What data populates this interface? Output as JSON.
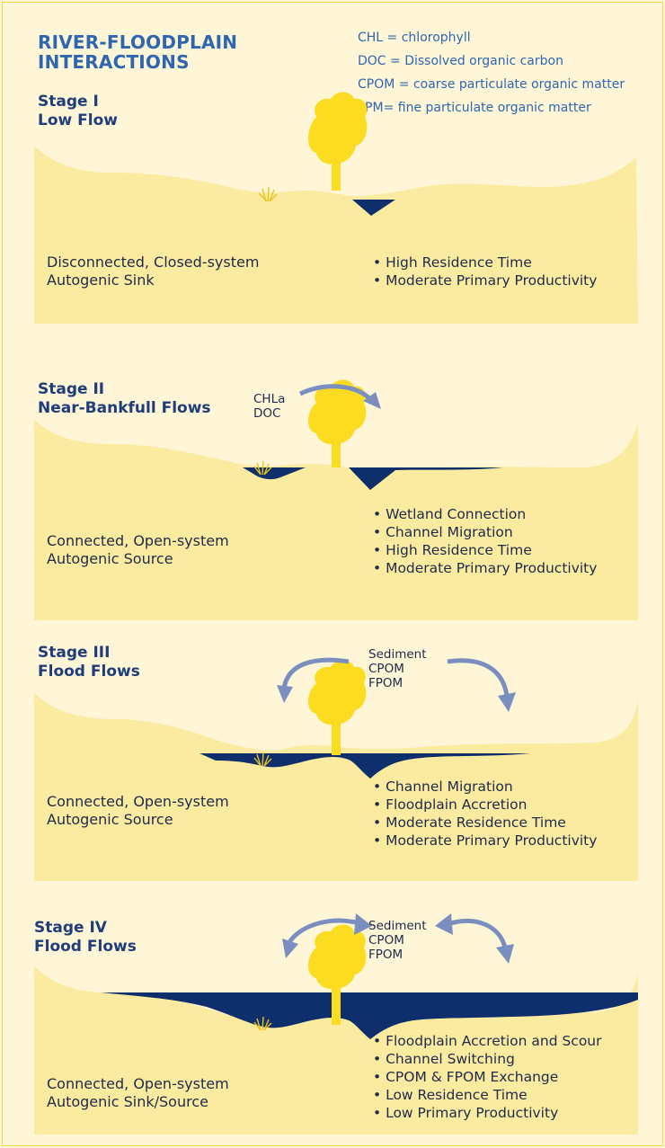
{
  "title": [
    "RIVER-FLOODPLAIN",
    "INTERACTIONS"
  ],
  "legend": [
    "CHL = chlorophyll",
    "DOC = Dissolved organic carbon",
    "CPOM = coarse particulate organic matter",
    "FPM= fine particulate organic matter"
  ],
  "stages": [
    {
      "title": [
        "Stage I",
        "Low Flow"
      ],
      "system": [
        "Disconnected, Closed-system",
        "Autogenic Sink"
      ],
      "attributes": [
        "High Residence Time",
        "Moderate Primary Productivity"
      ],
      "flux": []
    },
    {
      "title": [
        "Stage II",
        "Near-Bankfull Flows"
      ],
      "system": [
        "Connected, Open-system",
        "Autogenic Source"
      ],
      "attributes": [
        "Wetland Connection",
        "Channel Migration",
        "High Residence Time",
        "Moderate Primary Productivity"
      ],
      "flux": [
        "CHLa",
        "DOC"
      ]
    },
    {
      "title": [
        "Stage III",
        "Flood Flows"
      ],
      "system": [
        "Connected, Open-system",
        "Autogenic Source"
      ],
      "attributes": [
        "Channel Migration",
        "Floodplain Accretion",
        "Moderate Residence Time",
        "Moderate Primary Productivity"
      ],
      "flux": [
        "Sediment",
        "CPOM",
        "FPOM"
      ]
    },
    {
      "title": [
        "Stage IV",
        "Flood Flows"
      ],
      "system": [
        "Connected, Open-system",
        "Autogenic Sink/Source"
      ],
      "attributes": [
        "Floodplain Accretion and Scour",
        "Channel Switching",
        "CPOM & FPOM Exchange",
        "Low Residence Time",
        "Low Primary Productivity"
      ],
      "flux": [
        "Sediment",
        "CPOM",
        "FPOM"
      ]
    }
  ],
  "colors": {
    "background": "#fef6d7",
    "ground": "#fbeba0",
    "water": "#0e2f6b",
    "tree": "#fcdc20",
    "arrow": "#7a8fbf",
    "title": "#2e66b0"
  }
}
